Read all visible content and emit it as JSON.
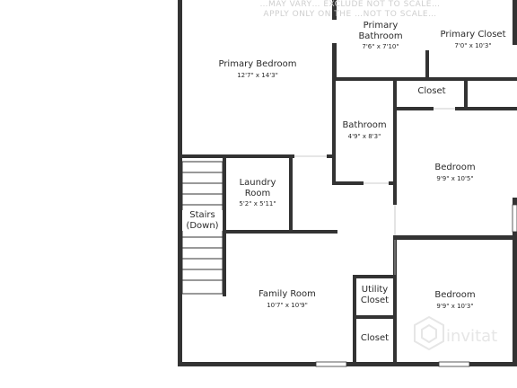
{
  "disclaimer": {
    "line1": "…MAY VARY… EXCLUDE NOT TO SCALE…",
    "line2": "APPLY ONLY ON THE …NOT TO SCALE…"
  },
  "rooms": {
    "primary_bedroom": {
      "name": "Primary Bedroom",
      "dim": "12'7\" x 14'3\""
    },
    "primary_bathroom": {
      "name": "Primary\nBathroom",
      "dim": "7'6\" x 7'10\""
    },
    "primary_closet": {
      "name": "Primary Closet",
      "dim": "7'0\" x 10'3\""
    },
    "closet_top": {
      "name": "Closet"
    },
    "bathroom": {
      "name": "Bathroom",
      "dim": "4'9\" x 8'3\""
    },
    "bedroom_upper": {
      "name": "Bedroom",
      "dim": "9'9\" x 10'5\""
    },
    "laundry": {
      "name": "Laundry\nRoom",
      "dim": "5'2\" x 5'11\""
    },
    "stairs": {
      "name": "Stairs\n(Down)"
    },
    "family_room": {
      "name": "Family Room",
      "dim": "10'7\" x 10'9\""
    },
    "utility_closet": {
      "name": "Utility\nCloset"
    },
    "closet_bottom": {
      "name": "Closet"
    },
    "bedroom_lower": {
      "name": "Bedroom",
      "dim": "9'9\" x 10'3\""
    }
  },
  "watermark": {
    "text": "invitat",
    "icon": "hexagon-logo-icon"
  },
  "colors": {
    "wall": "#333333",
    "background": "#ffffff",
    "label": "#2a2a2a"
  }
}
